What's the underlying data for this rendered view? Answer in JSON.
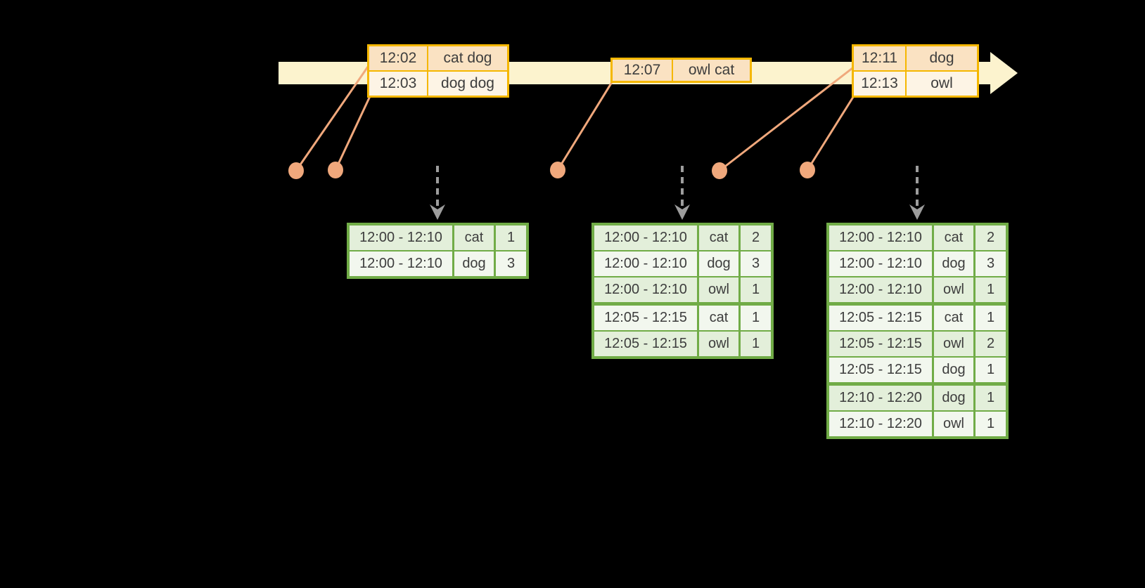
{
  "colors": {
    "background": "#000000",
    "timeline_band": "#FCF3CE",
    "event_border_gold": "#F5B700",
    "event_row_peach": "#FAE2C2",
    "event_row_cream": "#FDF4E5",
    "result_border_green": "#71AC47",
    "result_row_green_tint": "#E3EFDA",
    "result_row_light": "#F2F7EE",
    "connector_orange": "#F0A87C",
    "dashed_arrow_gray": "#9D9D9D",
    "text": "#3d3d3d"
  },
  "timeline": {
    "event_groups": [
      {
        "rows": [
          {
            "time": "12:02",
            "words": "cat dog"
          },
          {
            "time": "12:03",
            "words": "dog dog"
          }
        ]
      },
      {
        "rows": [
          {
            "time": "12:07",
            "words": "owl cat"
          }
        ]
      },
      {
        "rows": [
          {
            "time": "12:11",
            "words": "dog"
          },
          {
            "time": "12:13",
            "words": "owl"
          }
        ]
      }
    ]
  },
  "result_tables": [
    {
      "rows": [
        {
          "window": "12:00 - 12:10",
          "word": "cat",
          "count": "1"
        },
        {
          "window": "12:00 - 12:10",
          "word": "dog",
          "count": "3"
        }
      ]
    },
    {
      "rows": [
        {
          "window": "12:00 - 12:10",
          "word": "cat",
          "count": "2"
        },
        {
          "window": "12:00 - 12:10",
          "word": "dog",
          "count": "3"
        },
        {
          "window": "12:00 - 12:10",
          "word": "owl",
          "count": "1"
        },
        {
          "window": "12:05 - 12:15",
          "word": "cat",
          "count": "1"
        },
        {
          "window": "12:05 - 12:15",
          "word": "owl",
          "count": "1"
        }
      ]
    },
    {
      "rows": [
        {
          "window": "12:00 - 12:10",
          "word": "cat",
          "count": "2"
        },
        {
          "window": "12:00 - 12:10",
          "word": "dog",
          "count": "3"
        },
        {
          "window": "12:00 - 12:10",
          "word": "owl",
          "count": "1"
        },
        {
          "window": "12:05 - 12:15",
          "word": "cat",
          "count": "1"
        },
        {
          "window": "12:05 - 12:15",
          "word": "owl",
          "count": "2"
        },
        {
          "window": "12:05 - 12:15",
          "word": "dog",
          "count": "1"
        },
        {
          "window": "12:10 - 12:20",
          "word": "dog",
          "count": "1"
        },
        {
          "window": "12:10 - 12:20",
          "word": "owl",
          "count": "1"
        }
      ]
    }
  ]
}
